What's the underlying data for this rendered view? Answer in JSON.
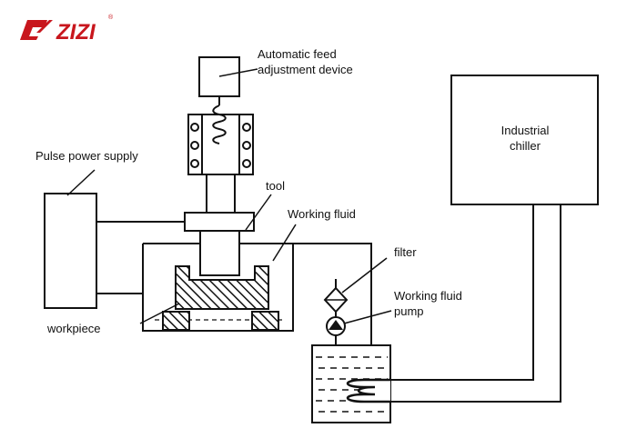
{
  "brand": {
    "name": "ZIZI",
    "registered_mark": "®",
    "color": "#c8161d"
  },
  "labels": {
    "feed_device_line1": "Automatic feed",
    "feed_device_line2": "adjustment device",
    "pulse_power": "Pulse power supply",
    "tool": "tool",
    "working_fluid": "Working fluid",
    "workpiece": "workpiece",
    "chiller_line1": "Industrial",
    "chiller_line2": "chiller",
    "filter": "filter",
    "pump_line1": "Working fluid",
    "pump_line2": "pump"
  },
  "colors": {
    "line": "#111111",
    "background": "#ffffff"
  }
}
